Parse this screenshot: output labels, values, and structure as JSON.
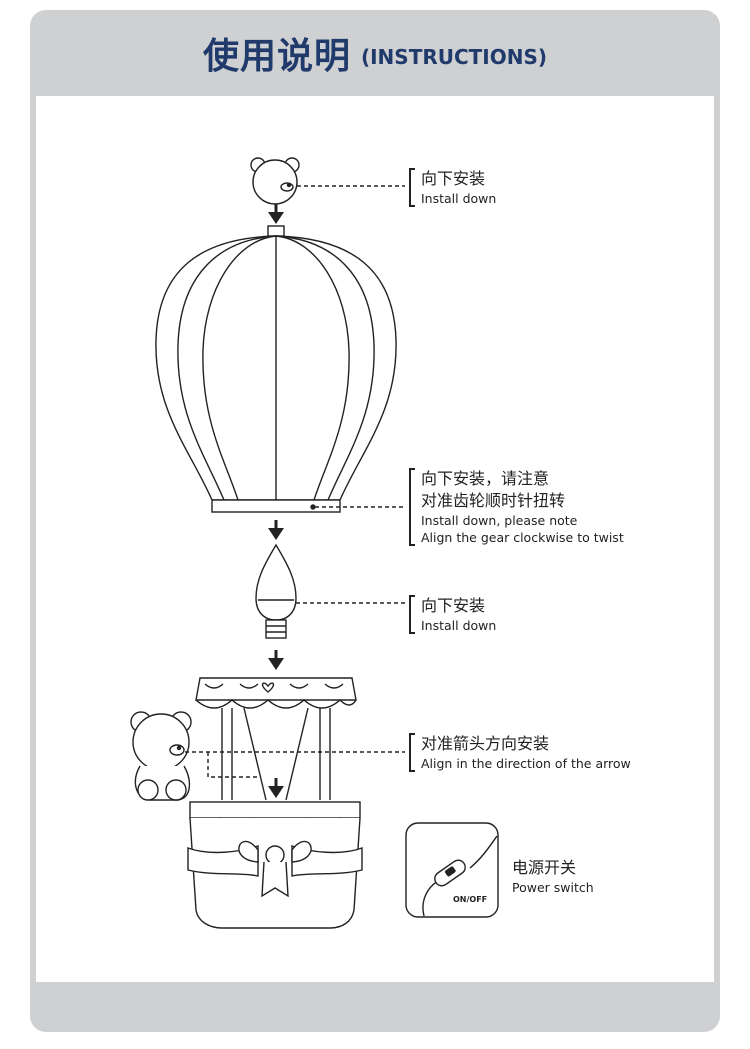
{
  "header": {
    "title_cn": "使用说明",
    "title_en": "(INSTRUCTIONS)"
  },
  "steps": [
    {
      "cn": [
        "向下安装"
      ],
      "en": [
        "Install down"
      ]
    },
    {
      "cn": [
        "向下安装，请注意",
        "对准齿轮顺时针扭转"
      ],
      "en": [
        "Install down, please note",
        "Align the gear clockwise to twist"
      ]
    },
    {
      "cn": [
        "向下安装"
      ],
      "en": [
        "Install down"
      ]
    },
    {
      "cn": [
        "对准箭头方向安装"
      ],
      "en": [
        "Align in the direction of the arrow"
      ]
    }
  ],
  "power_switch": {
    "cn": "电源开关",
    "en": "Power switch",
    "button_label": "ON/OFF"
  },
  "colors": {
    "frame": "#cfd0d2",
    "title": "#1f3a6b",
    "line": "#222222"
  }
}
